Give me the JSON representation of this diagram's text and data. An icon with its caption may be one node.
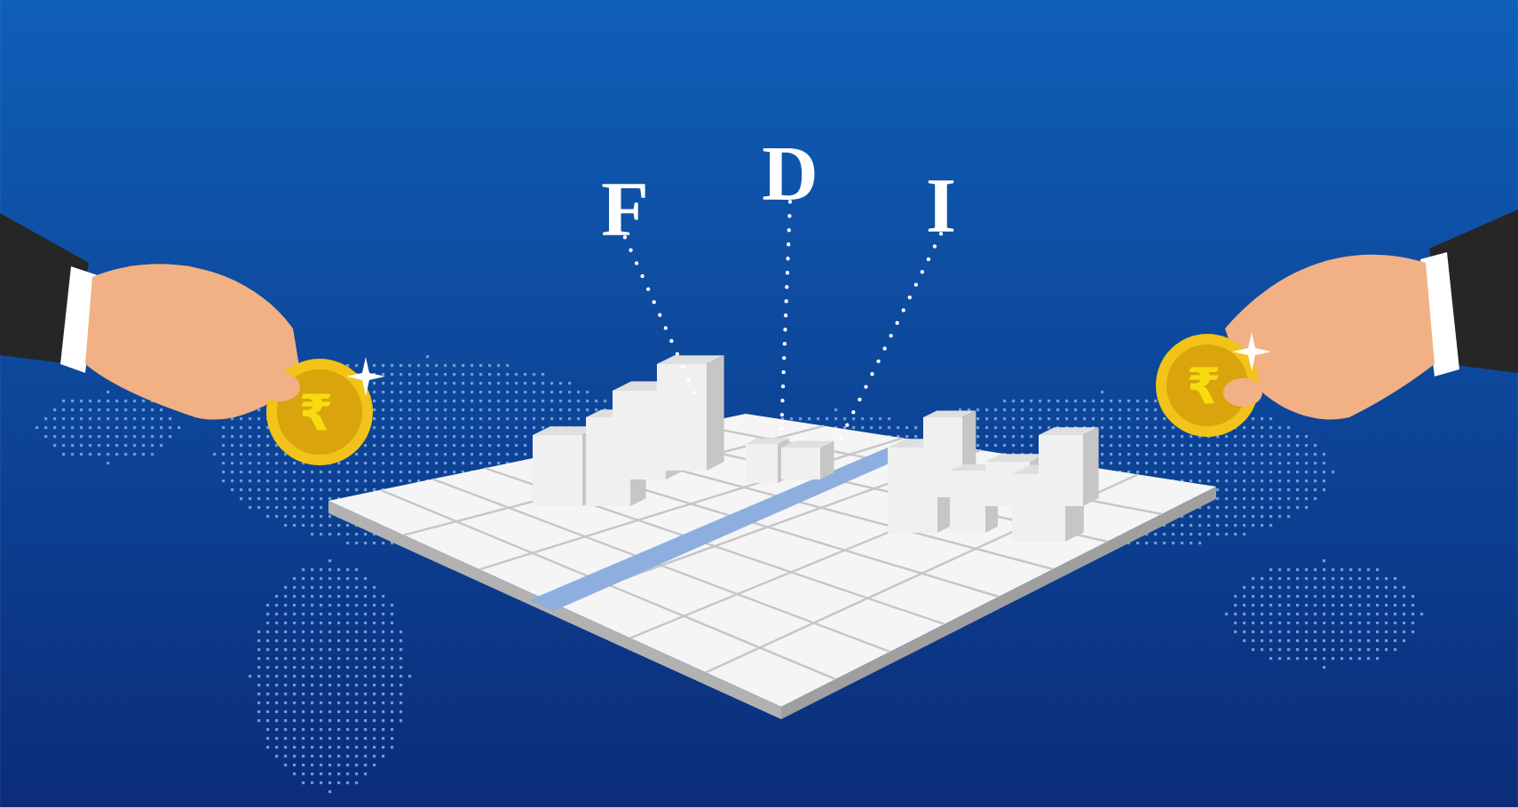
{
  "diagram": {
    "nodes": [
      {
        "text": [
          "F"
        ]
      },
      {
        "text": [
          "D"
        ]
      },
      {
        "text": [
          "I"
        ]
      },
      {
        "text": [],
        "shape": "picture"
      }
    ],
    "edges": [
      {
        "from": 0,
        "to": 3,
        "arrow": "none",
        "style": "dashed"
      },
      {
        "from": 1,
        "to": 3,
        "arrow": "none",
        "style": "dashed"
      },
      {
        "from": 2,
        "to": 3,
        "arrow": "none",
        "style": "dashed"
      }
    ],
    "labels": [
      "₹",
      "₹"
    ]
  }
}
